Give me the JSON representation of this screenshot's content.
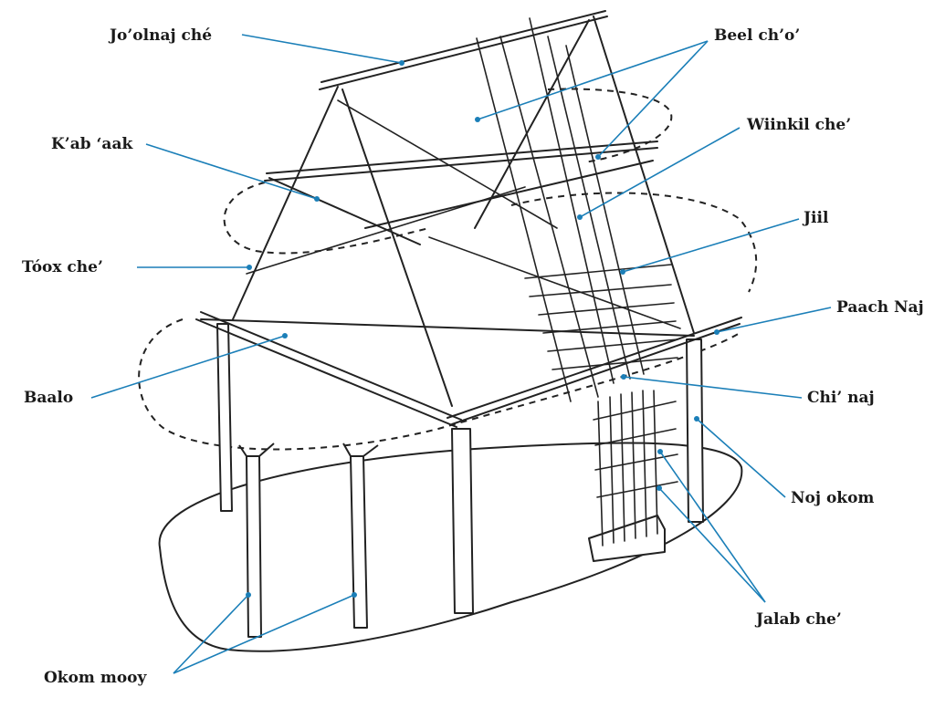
{
  "labels": {
    "joolnaj_che": "Jo’olnaj ché",
    "beel_cho": "Beel ch’o’",
    "kab_aak": "K’ab ‘aak",
    "wiinkil_che": "Wiinkil che’",
    "jiil": "Jiil",
    "toox_che": "Tóox che’",
    "paach_naj": "Paach Naj",
    "baalo": "Baalo",
    "chi_naj": "Chi’ naj",
    "noj_okom": "Noj okom",
    "jalab_che": "Jalab che’",
    "okom_mooy": "Okom mooy"
  },
  "colors": {
    "leader": "#1b7fb8",
    "ink": "#222222"
  }
}
